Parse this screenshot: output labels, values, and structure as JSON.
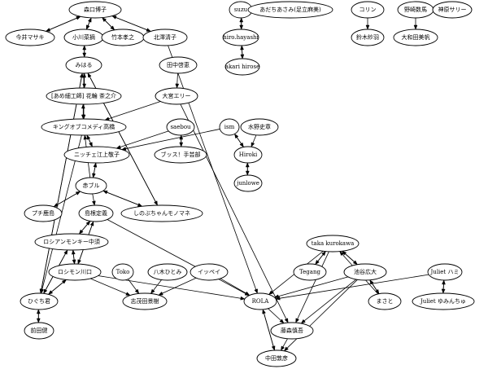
{
  "title": "",
  "nodes": [
    {
      "id": "moriguchi",
      "label": "森口博子"
    },
    {
      "id": "imai",
      "label": "今井マサキ"
    },
    {
      "id": "ogawa",
      "label": "小川菜摘"
    },
    {
      "id": "takemoto",
      "label": "竹本孝之"
    },
    {
      "id": "kitazawa",
      "label": "北澤清子"
    },
    {
      "id": "miharu",
      "label": "みはる"
    },
    {
      "id": "tanaka",
      "label": "田中啓恵"
    },
    {
      "id": "hanawa",
      "label": "[あめ細工師] 花輪 茶之介"
    },
    {
      "id": "omiya",
      "label": "大宮エリー"
    },
    {
      "id": "king",
      "label": "キングオブコメディ高橋"
    },
    {
      "id": "saebou",
      "label": "saebou"
    },
    {
      "id": "ism",
      "label": "ism"
    },
    {
      "id": "mizuno",
      "label": "水野史章"
    },
    {
      "id": "nitche",
      "label": "ニッチェ江上敬子"
    },
    {
      "id": "buss",
      "label": "ブッス！手芸部"
    },
    {
      "id": "hiroki",
      "label": "Hiroki"
    },
    {
      "id": "junlowe",
      "label": "junlowe"
    },
    {
      "id": "akaburu",
      "label": "赤ブル"
    },
    {
      "id": "puchikashima",
      "label": "プチ鹿島"
    },
    {
      "id": "shimane",
      "label": "島根定義"
    },
    {
      "id": "shinobu",
      "label": "しのぶちゃんモノマネ"
    },
    {
      "id": "russianmonkey",
      "label": "ロシアンモンキー中須"
    },
    {
      "id": "roshimon",
      "label": "ロシモン川口"
    },
    {
      "id": "toko",
      "label": "Toko"
    },
    {
      "id": "yagi",
      "label": "八木ひとみ"
    },
    {
      "id": "ippei",
      "label": "イッペイ"
    },
    {
      "id": "higuchi",
      "label": "ひぐち君"
    },
    {
      "id": "shimoda",
      "label": "志茂田景樹"
    },
    {
      "id": "maeda",
      "label": "前田健"
    },
    {
      "id": "rola",
      "label": "ROLA"
    },
    {
      "id": "fujimori",
      "label": "藤森慎吾"
    },
    {
      "id": "nakata",
      "label": "中田敦彦"
    },
    {
      "id": "taka",
      "label": "taka kurokawa"
    },
    {
      "id": "tegang",
      "label": "Tegang"
    },
    {
      "id": "ikeya",
      "label": "池谷広大"
    },
    {
      "id": "masato",
      "label": "まさと"
    },
    {
      "id": "juliethami",
      "label": "Juliet ハミ"
    },
    {
      "id": "julietyumin",
      "label": "Juliet ゆみんちゅ"
    },
    {
      "id": "suzu",
      "label": "suzu"
    },
    {
      "id": "hirohayashi",
      "label": "hiro.hayashi"
    },
    {
      "id": "akari",
      "label": "akari hirose"
    },
    {
      "id": "adachi",
      "label": "あだちあさみ(足立麻美)"
    },
    {
      "id": "korin",
      "label": "コリン"
    },
    {
      "id": "suzuki",
      "label": "鈴木紗羽"
    },
    {
      "id": "nozaki",
      "label": "野崎数馬"
    },
    {
      "id": "owada",
      "label": "大和田美帆"
    },
    {
      "id": "kanbara",
      "label": "神原サリー"
    }
  ],
  "edges": [
    {
      "from": "moriguchi",
      "to": "imai"
    },
    {
      "from": "imai",
      "to": "moriguchi"
    },
    {
      "from": "moriguchi",
      "to": "ogawa"
    },
    {
      "from": "ogawa",
      "to": "moriguchi"
    },
    {
      "from": "moriguchi",
      "to": "takemoto"
    },
    {
      "from": "takemoto",
      "to": "moriguchi"
    },
    {
      "from": "moriguchi",
      "to": "kitazawa"
    },
    {
      "from": "kitazawa",
      "to": "moriguchi"
    },
    {
      "from": "ogawa",
      "to": "miharu"
    },
    {
      "from": "miharu",
      "to": "ogawa"
    },
    {
      "from": "miharu",
      "to": "hanawa"
    },
    {
      "from": "hanawa",
      "to": "miharu"
    },
    {
      "from": "miharu",
      "to": "king"
    },
    {
      "from": "hanawa",
      "to": "king"
    },
    {
      "from": "king",
      "to": "hanawa"
    },
    {
      "from": "tanaka",
      "to": "omiya"
    },
    {
      "from": "omiya",
      "to": "king"
    },
    {
      "from": "omiya",
      "to": "fujimori"
    },
    {
      "from": "king",
      "to": "nitche"
    },
    {
      "from": "nitche",
      "to": "king"
    },
    {
      "from": "saebou",
      "to": "nitche"
    },
    {
      "from": "ism",
      "to": "nitche"
    },
    {
      "from": "saebou",
      "to": "buss"
    },
    {
      "from": "buss",
      "to": "saebou"
    },
    {
      "from": "ism",
      "to": "hiroki"
    },
    {
      "from": "hiroki",
      "to": "ism"
    },
    {
      "from": "mizuno",
      "to": "hiroki"
    },
    {
      "from": "hiroki",
      "to": "junlowe"
    },
    {
      "from": "junlowe",
      "to": "hiroki"
    },
    {
      "from": "nitche",
      "to": "akaburu"
    },
    {
      "from": "akaburu",
      "to": "nitche"
    },
    {
      "from": "akaburu",
      "to": "king"
    },
    {
      "from": "akaburu",
      "to": "puchikashima"
    },
    {
      "from": "puchikashima",
      "to": "akaburu"
    },
    {
      "from": "akaburu",
      "to": "shimane"
    },
    {
      "from": "akaburu",
      "to": "shinobu"
    },
    {
      "from": "shinobu",
      "to": "akaburu"
    },
    {
      "from": "miharu",
      "to": "shinobu"
    },
    {
      "from": "shinobu",
      "to": "miharu"
    },
    {
      "from": "shimane",
      "to": "russianmonkey"
    },
    {
      "from": "russianmonkey",
      "to": "shimane"
    },
    {
      "from": "shimane",
      "to": "roshimon"
    },
    {
      "from": "roshimon",
      "to": "shimane"
    },
    {
      "from": "shimane",
      "to": "rola"
    },
    {
      "from": "russianmonkey",
      "to": "higuchi"
    },
    {
      "from": "higuchi",
      "to": "russianmonkey"
    },
    {
      "from": "russianmonkey",
      "to": "roshimon"
    },
    {
      "from": "roshimon",
      "to": "russianmonkey"
    },
    {
      "from": "roshimon",
      "to": "higuchi"
    },
    {
      "from": "higuchi",
      "to": "roshimon"
    },
    {
      "from": "roshimon",
      "to": "shimoda"
    },
    {
      "from": "roshimon",
      "to": "rola"
    },
    {
      "from": "toko",
      "to": "shimoda"
    },
    {
      "from": "yagi",
      "to": "shimoda"
    },
    {
      "from": "ippei",
      "to": "shimoda"
    },
    {
      "from": "ippei",
      "to": "rola"
    },
    {
      "from": "miharu",
      "to": "higuchi"
    },
    {
      "from": "higuchi",
      "to": "miharu"
    },
    {
      "from": "king",
      "to": "higuchi"
    },
    {
      "from": "higuchi",
      "to": "maeda"
    },
    {
      "from": "maeda",
      "to": "higuchi"
    },
    {
      "from": "kitazawa",
      "to": "rola"
    },
    {
      "from": "rola",
      "to": "fujimori"
    },
    {
      "from": "rola",
      "to": "nakata"
    },
    {
      "from": "nakata",
      "to": "rola"
    },
    {
      "from": "fujimori",
      "to": "nakata"
    },
    {
      "from": "taka",
      "to": "rola"
    },
    {
      "from": "taka",
      "to": "tegang"
    },
    {
      "from": "tegang",
      "to": "taka"
    },
    {
      "from": "taka",
      "to": "ikeya"
    },
    {
      "from": "ikeya",
      "to": "taka"
    },
    {
      "from": "taka",
      "to": "fujimori"
    },
    {
      "from": "ikeya",
      "to": "rola"
    },
    {
      "from": "ikeya",
      "to": "fujimori"
    },
    {
      "from": "ikeya",
      "to": "nakata"
    },
    {
      "from": "ikeya",
      "to": "masato"
    },
    {
      "from": "masato",
      "to": "ikeya"
    },
    {
      "from": "masato",
      "to": "taka"
    },
    {
      "from": "juliethami",
      "to": "rola"
    },
    {
      "from": "juliethami",
      "to": "julietyumin"
    },
    {
      "from": "julietyumin",
      "to": "juliethami"
    },
    {
      "from": "suzu",
      "to": "hirohayashi"
    },
    {
      "from": "hirohayashi",
      "to": "suzu"
    },
    {
      "from": "hirohayashi",
      "to": "akari"
    },
    {
      "from": "akari",
      "to": "hirohayashi"
    },
    {
      "from": "korin",
      "to": "suzuki"
    },
    {
      "from": "nozaki",
      "to": "owada"
    }
  ]
}
